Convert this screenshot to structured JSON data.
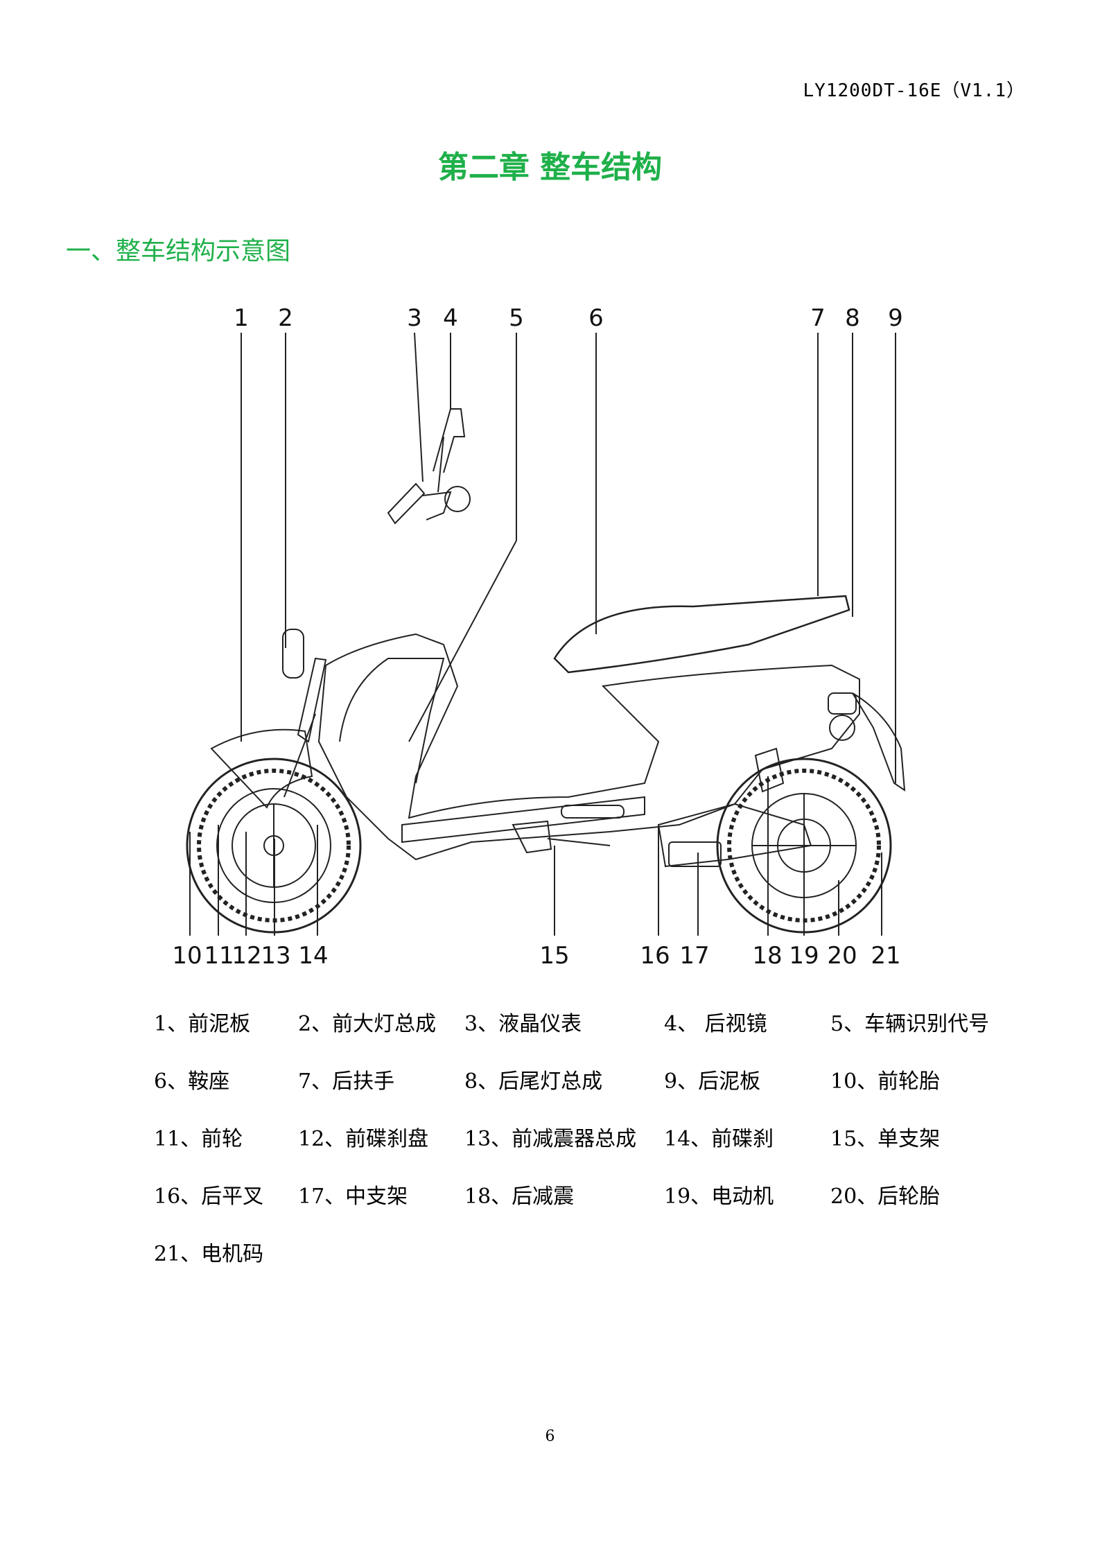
{
  "header": {
    "doc_code": "LY1200DT-16E（V1.1）"
  },
  "chapter_title": "第二章 整车结构",
  "section_title": "一、整车结构示意图",
  "callout_numbers": [
    "1",
    "2",
    "3",
    "4",
    "5",
    "6",
    "7",
    "8",
    "9",
    "10",
    "11",
    "12",
    "13",
    "14",
    "15",
    "16",
    "17",
    "18",
    "19",
    "20",
    "21"
  ],
  "parts": [
    "1、前泥板",
    "2、前大灯总成",
    "3、液晶仪表",
    "4、 后视镜",
    "5、车辆识别代号",
    "6、鞍座",
    "7、后扶手",
    "8、后尾灯总成",
    "9、后泥板",
    "10、前轮胎",
    "11、前轮",
    "12、前碟刹盘",
    "13、前减震器总成",
    "14、前碟刹",
    "15、单支架",
    "16、后平叉",
    "17、中支架",
    "18、后减震",
    "19、电动机",
    "20、后轮胎",
    "21、电机码"
  ],
  "page_number": "6"
}
